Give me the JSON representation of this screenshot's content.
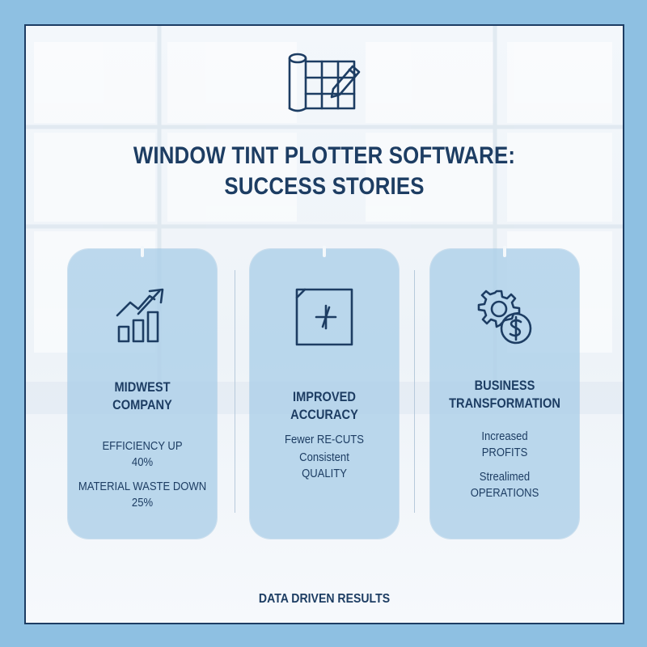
{
  "title": {
    "line1": "WINDOW TINT PLOTTER SOFTWARE:",
    "line2": "SUCCESS STORIES"
  },
  "icons": {
    "logo": "film-roll-pencil-icon",
    "card1": "growth-chart-icon",
    "card2": "precision-crosshair-icon",
    "card3": "gear-dollar-icon"
  },
  "cards": [
    {
      "heading_line1": "MIDWEST",
      "heading_line2": "COMPANY",
      "stat1_line1": "EFFICIENCY UP",
      "stat1_line2": "40%",
      "stat2_line1": "MATERIAL WASTE DOWN",
      "stat2_line2": "25%"
    },
    {
      "heading": "IMPROVED ACCURACY",
      "point1": "Fewer RE-CUTS",
      "point2_line1": "Consistent",
      "point2_line2": "QUALITY"
    },
    {
      "heading_line1": "BUSINESS",
      "heading_line2": "TRANSFORMATION",
      "point1_line1": "Increased",
      "point1_line2": "PROFITS",
      "point2_line1": "Strealimed",
      "point2_line2": "OPERATIONS"
    }
  ],
  "footer": "DATA DRIVEN RESULTS",
  "colors": {
    "navy": "#1d3d63",
    "frame_bg": "#8ec0e2",
    "card_bg": "#aacee8"
  }
}
